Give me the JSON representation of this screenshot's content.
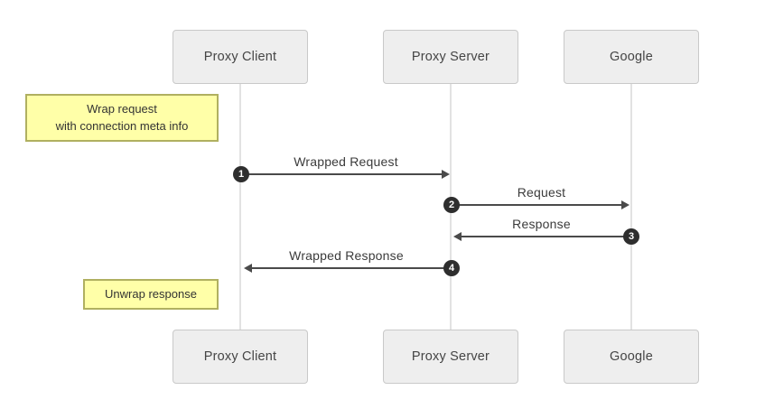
{
  "actors": {
    "top": [
      {
        "label": "Proxy Client"
      },
      {
        "label": "Proxy Server"
      },
      {
        "label": "Google"
      }
    ],
    "bottom": [
      {
        "label": "Proxy Client"
      },
      {
        "label": "Proxy Server"
      },
      {
        "label": "Google"
      }
    ]
  },
  "messages": [
    {
      "num": "1",
      "label": "Wrapped Request",
      "from": "Proxy Client",
      "to": "Proxy Server",
      "direction": "right"
    },
    {
      "num": "2",
      "label": "Request",
      "from": "Proxy Server",
      "to": "Google",
      "direction": "right"
    },
    {
      "num": "3",
      "label": "Response",
      "from": "Google",
      "to": "Proxy Server",
      "direction": "left"
    },
    {
      "num": "4",
      "label": "Wrapped Response",
      "from": "Proxy Server",
      "to": "Proxy Client",
      "direction": "left"
    }
  ],
  "notes": [
    {
      "line1": "Wrap request",
      "line2": "with connection meta info"
    },
    {
      "line1": "Unwrap response"
    }
  ],
  "colors": {
    "actor_fill": "#eeeeee",
    "actor_border": "#c9c9c9",
    "note_fill": "#ffffa8",
    "note_border": "#b0b060",
    "arrow": "#4a4a4a",
    "lifeline": "#e2e2e2",
    "badge": "#2e2e2e"
  }
}
